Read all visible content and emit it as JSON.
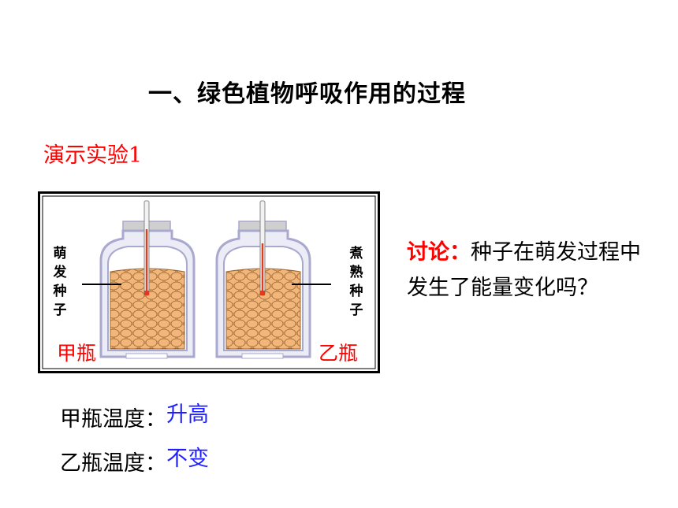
{
  "slide": {
    "title": "一、绿色植物呼吸作用的过程",
    "demo_label": "演示实验1"
  },
  "figure": {
    "left_jar_name": "甲瓶",
    "right_jar_name": "乙瓶",
    "left_seed_label": [
      "萌",
      "发",
      "种",
      "子"
    ],
    "right_seed_label": [
      "煮",
      "熟",
      "种",
      "子"
    ]
  },
  "discussion": {
    "label": "讨论：",
    "text": "种子在萌发过程中发生了能量变化吗？"
  },
  "results": {
    "jar_a_label": "甲瓶温度：",
    "jar_a_value": "升高",
    "jar_b_label": "乙瓶温度：",
    "jar_b_value": "不变"
  },
  "colors": {
    "accent_red": "#ff0000",
    "answer_blue": "#1f1fff",
    "seed_fill": "#f2b67a",
    "seed_stroke": "#9a6530",
    "jar_outline": "#a9a9cf",
    "thermometer_mercury": "#e23a1c"
  }
}
